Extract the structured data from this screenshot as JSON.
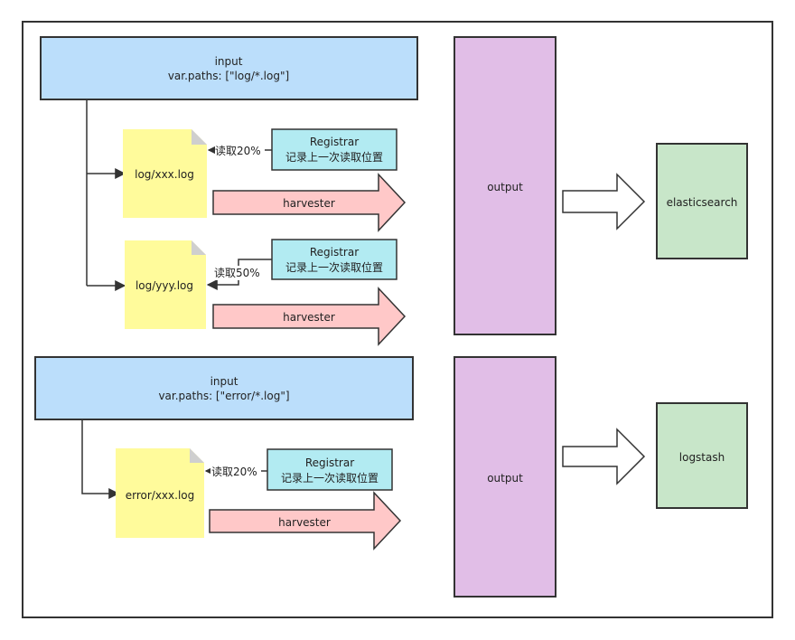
{
  "inputs": [
    {
      "title": "input",
      "paths": "var.paths: [\"log/*.log\"]"
    },
    {
      "title": "input",
      "paths": "var.paths: [\"error/*.log\"]"
    }
  ],
  "files": [
    {
      "name": "log/xxx.log",
      "read": "读取20%"
    },
    {
      "name": "log/yyy.log",
      "read": "读取50%"
    },
    {
      "name": "error/xxx.log",
      "read": "读取20%"
    }
  ],
  "registrar": {
    "title": "Registrar",
    "subtitle": "记录上一次读取位置"
  },
  "harvester_label": "harvester",
  "outputs": [
    "output",
    "output"
  ],
  "destinations": [
    "elasticsearch",
    "logstash"
  ],
  "colors": {
    "input_fill": "#bbdefb",
    "file_fill": "#fffb9b",
    "registrar_fill": "#b2ebf2",
    "harvester_fill": "#ffc8c8",
    "output_fill": "#e1bee7",
    "destination_fill": "#c8e6c9",
    "stroke": "#333333"
  }
}
